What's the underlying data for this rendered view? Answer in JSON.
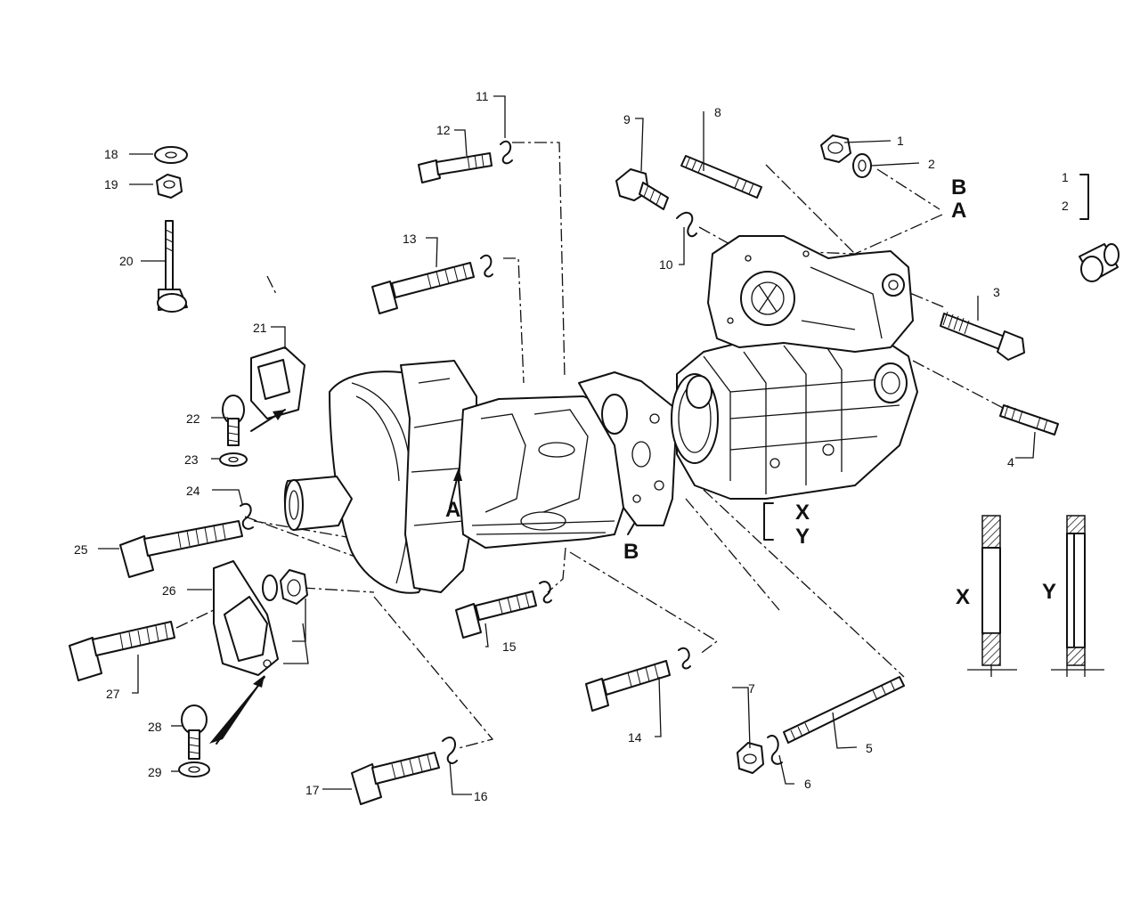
{
  "callouts": [
    "1",
    "2",
    "3",
    "4",
    "5",
    "6",
    "7",
    "8",
    "9",
    "10",
    "11",
    "12",
    "13",
    "14",
    "15",
    "16",
    "17",
    "18",
    "19",
    "20",
    "21",
    "22",
    "23",
    "24",
    "25",
    "26",
    "27",
    "28",
    "29"
  ],
  "kit_labels": [
    "1",
    "2"
  ],
  "view_letters": {
    "a_top": "A",
    "b_top": "B",
    "a_body": "A",
    "b_body": "B",
    "x_bracket": "X",
    "y_bracket": "Y",
    "x_section": "X",
    "y_section": "Y"
  }
}
